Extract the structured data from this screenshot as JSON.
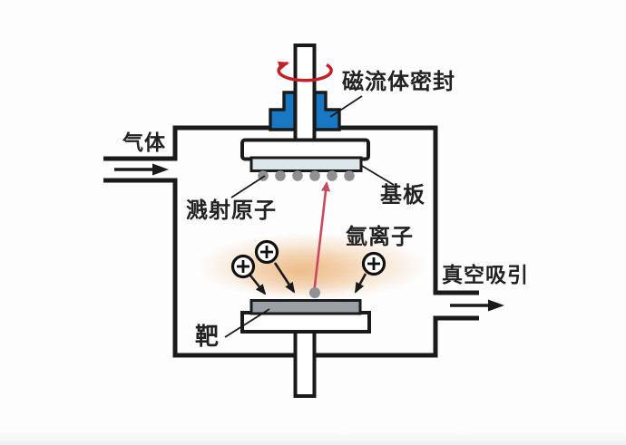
{
  "figure": {
    "kind": "sputtering-coater-schematic",
    "labels": {
      "gas": "气体",
      "magnetic_fluid_seal": "磁流体密封",
      "sputtered_atoms": "溅射原子",
      "substrate": "基板",
      "argon_ions": "氩离子",
      "vacuum_suction": "真空吸引",
      "target": "靶"
    },
    "ion_symbol": "⊕",
    "icons": {
      "rotation_arrow": "red-ellipse-rotation-arrow",
      "gas_inlet_arrow": "black-right-arrow",
      "vacuum_outlet_arrow": "black-right-arrow",
      "sputter_trajectory": "red-up-arrow",
      "argon_ion": "circled-plus"
    },
    "colors": {
      "background": "#fdfdfd",
      "outline": "#1a1a1a",
      "seal_blue": "#1878c4",
      "rotation_red": "#c4202a",
      "sputter_red": "#c9485e",
      "substrate_light": "#dce7ec",
      "target_gray": "#9aa0a5",
      "atom_gray": "#8e9093",
      "glow_orange": "#f2c79c",
      "label_text": "#222222"
    }
  }
}
